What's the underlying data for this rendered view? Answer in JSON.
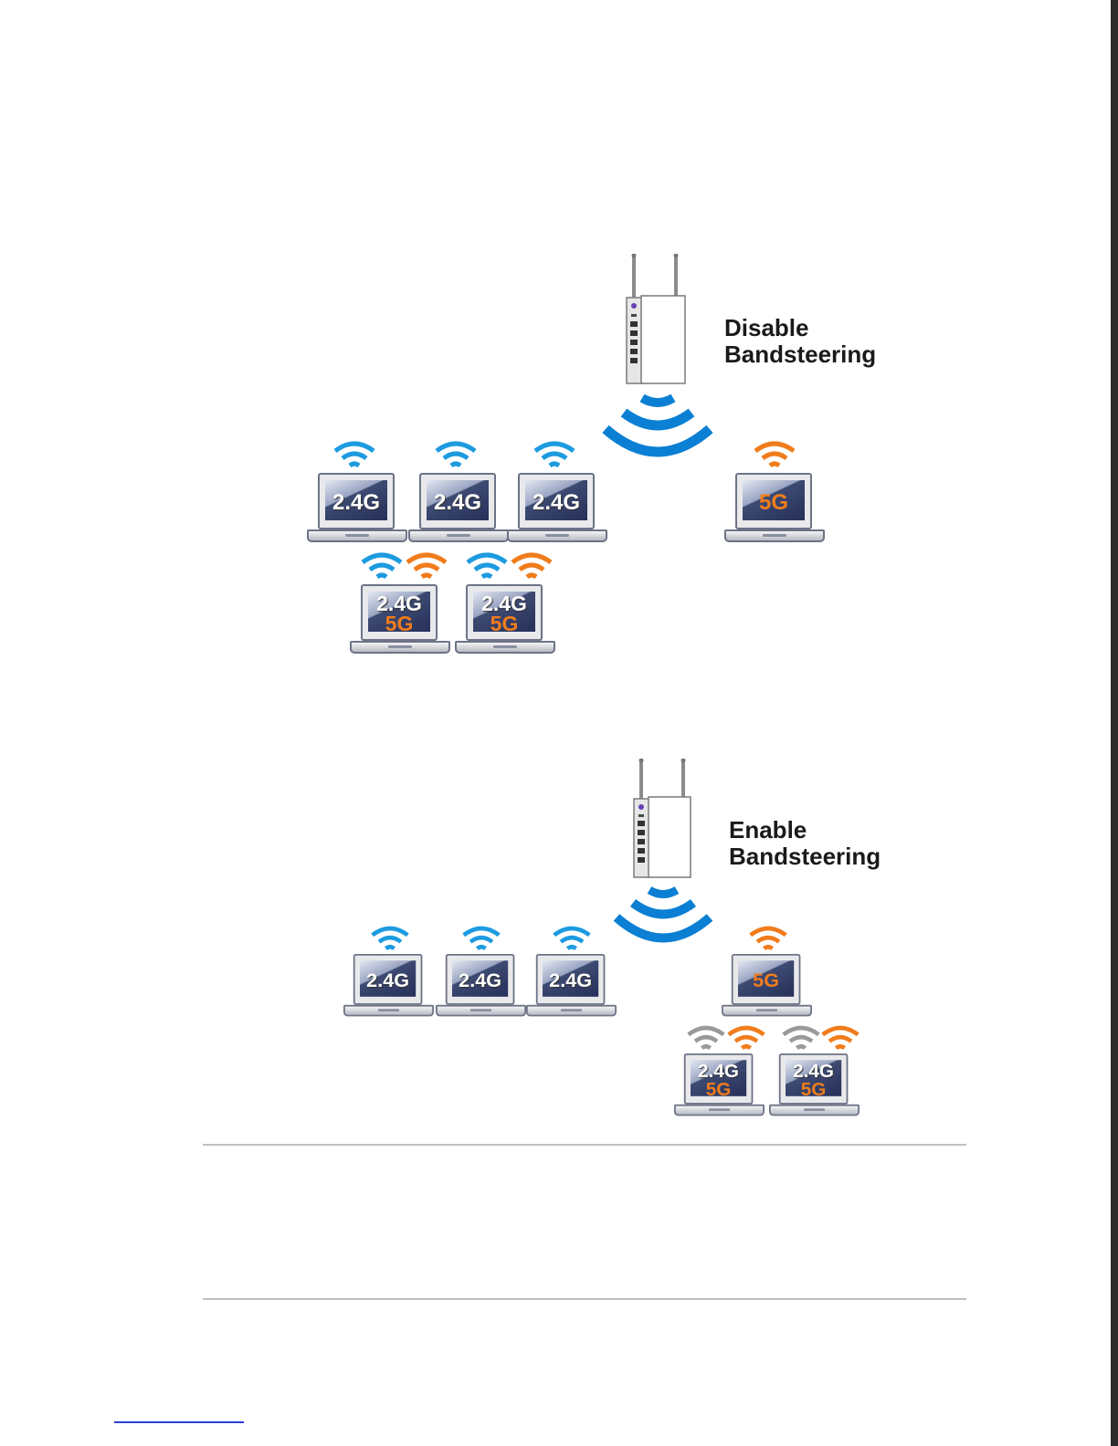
{
  "colors": {
    "band_24g": "#1d9be0",
    "band_5g": "#f07c1c",
    "inactive": "#9a9a9a",
    "router_signal": "#0a7fd4",
    "caption": "#1a1a1a"
  },
  "diagrams": [
    {
      "caption_line1": "Disable",
      "caption_line2": "Bandsteering",
      "laptops": [
        {
          "label_24": "2.4G"
        },
        {
          "label_24": "2.4G"
        },
        {
          "label_24": "2.4G"
        },
        {
          "label_5": "5G"
        },
        {
          "label_24": "2.4G",
          "label_5": "5G"
        },
        {
          "label_24": "2.4G",
          "label_5": "5G"
        }
      ]
    },
    {
      "caption_line1": "Enable",
      "caption_line2": "Bandsteering",
      "laptops": [
        {
          "label_24": "2.4G"
        },
        {
          "label_24": "2.4G"
        },
        {
          "label_24": "2.4G"
        },
        {
          "label_5": "5G"
        },
        {
          "label_24": "2.4G",
          "label_5": "5G"
        },
        {
          "label_24": "2.4G",
          "label_5": "5G"
        }
      ]
    }
  ]
}
